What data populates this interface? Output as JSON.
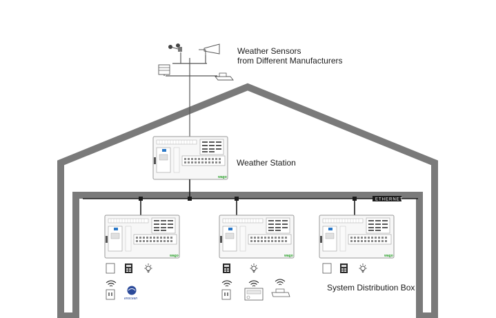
{
  "labels": {
    "weather_sensors_line1": "Weather Sensors",
    "weather_sensors_line2": "from Different Manufacturers",
    "weather_station": "Weather Station",
    "ethernet": "ETHERNET",
    "system_distribution_box": "System Distribution Box",
    "enocean": "enocean",
    "controller_brand": "wago"
  },
  "colors": {
    "house_outline": "#7a7a7a",
    "bus_line": "#1a1a1a",
    "controller_frame": "#9a9a9a",
    "brand_green": "#2aa02a",
    "enocean_blue": "#2b4a9a"
  },
  "icons": {
    "wind_vane": "weather-vane-icon",
    "anemometer": "anemometer-icon",
    "rain_gauge": "rain-gauge-icon",
    "light_sensor": "light-sensor-icon",
    "wall_switch": "wall-switch-icon",
    "keypad": "keypad-icon",
    "lamp": "light-bulb-icon",
    "wireless": "wireless-icon",
    "enocean_logo": "enocean-logo-icon"
  }
}
